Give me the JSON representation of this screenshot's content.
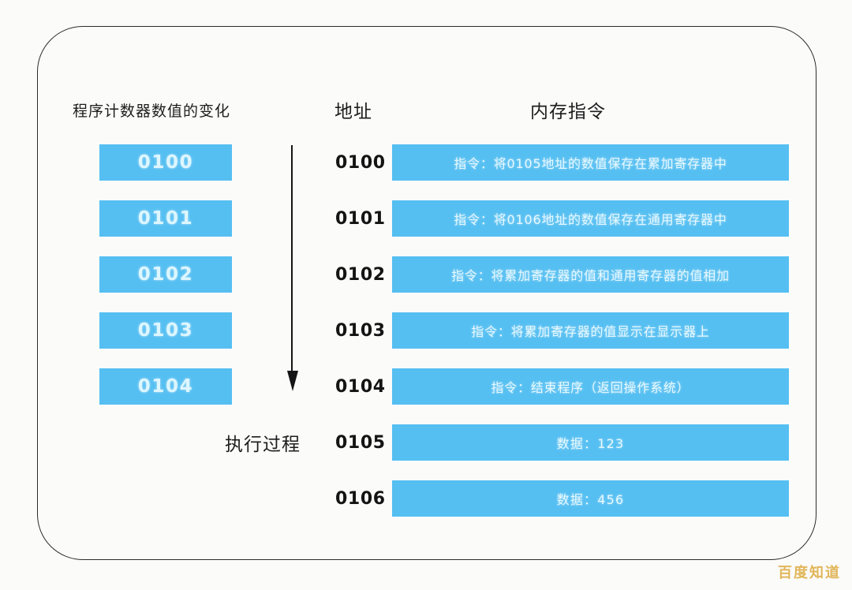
{
  "diagram": {
    "headers": {
      "program_counter": "程序计数器数值的变化",
      "address": "地址",
      "memory_instruction": "内存指令"
    },
    "program_counter_values": [
      "0100",
      "0101",
      "0102",
      "0103",
      "0104"
    ],
    "execution_label": "执行过程",
    "memory_rows": [
      {
        "address": "0100",
        "content": "指令：将0105地址的数值保存在累加寄存器中",
        "kind": "instruction"
      },
      {
        "address": "0101",
        "content": "指令：将0106地址的数值保存在通用寄存器中",
        "kind": "instruction"
      },
      {
        "address": "0102",
        "content": "指令：将累加寄存器的值和通用寄存器的值相加",
        "kind": "instruction"
      },
      {
        "address": "0103",
        "content": "指令：将累加寄存器的值显示在显示器上",
        "kind": "instruction"
      },
      {
        "address": "0104",
        "content": "指令：结束程序（返回操作系统）",
        "kind": "instruction"
      },
      {
        "address": "0105",
        "content": "数据：123",
        "kind": "data"
      },
      {
        "address": "0106",
        "content": "数据：456",
        "kind": "data"
      }
    ],
    "colors": {
      "box_blue": "#55bff2",
      "box_text": "#e6f8ff",
      "border": "#2b2b2b",
      "background": "#fbfbfa",
      "watermark": "#e0b352"
    },
    "watermark": "百度知道"
  }
}
